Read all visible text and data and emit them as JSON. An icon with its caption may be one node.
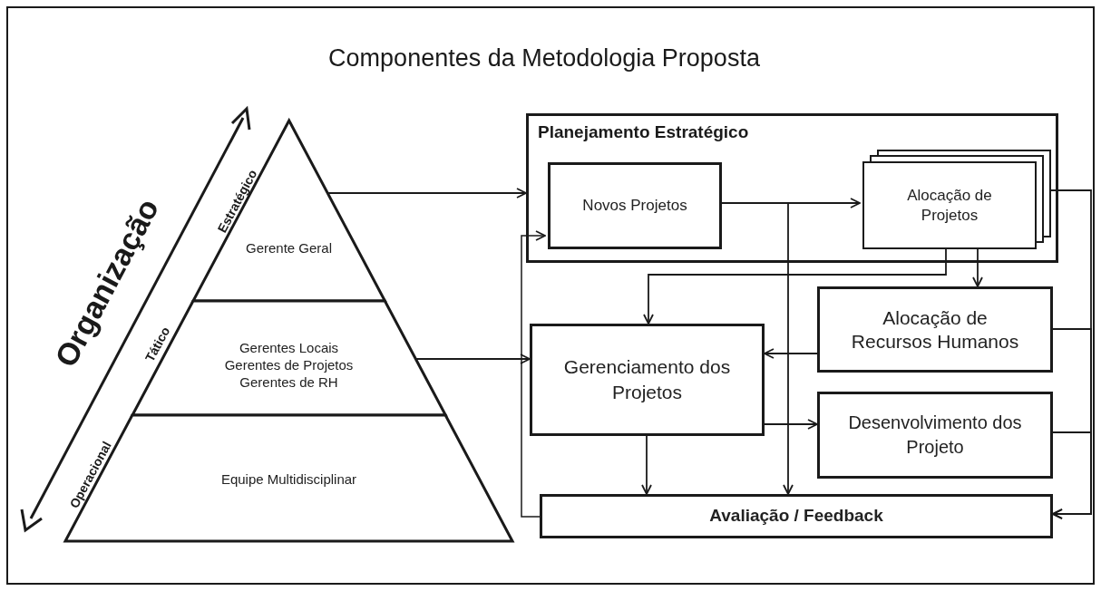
{
  "diagram": {
    "title": "Componentes da Metodologia Proposta",
    "nodes": [
      {
        "text": [
          "Gerente Geral"
        ],
        "beside": [
          "Estratégico"
        ]
      },
      {
        "text": [
          "Gerentes Locais Gerentes de Projetos Gerentes de RH"
        ],
        "beside": [
          "Tático"
        ]
      },
      {
        "text": [
          "Equipe Multidisciplinar"
        ],
        "beside": [
          "Operacional"
        ]
      },
      {
        "text": [
          "Planejamento Estratégico"
        ]
      },
      {
        "text": [
          "Novos Projetos"
        ],
        "in": 3
      },
      {
        "text": [
          "Alocação de Projetos"
        ],
        "in": 3
      },
      {
        "text": [
          "Alocação de Recursos Humanos"
        ]
      },
      {
        "text": [
          "Gerenciamento dos Projetos"
        ]
      },
      {
        "text": [
          "Desenvolvimento dos Projeto"
        ]
      },
      {
        "text": [
          "Avaliação / Feedback"
        ]
      }
    ],
    "edges": [
      {
        "from": 0,
        "to": 3,
        "arrow": "to"
      },
      {
        "from": 1,
        "to": 7,
        "arrow": "to"
      },
      {
        "from": 4,
        "to": 5,
        "arrow": "to"
      },
      {
        "from": 4,
        "to": 9,
        "arrow": "to"
      },
      {
        "from": 5,
        "to": 7,
        "arrow": "to"
      },
      {
        "from": 5,
        "to": 6,
        "arrow": "to"
      },
      {
        "from": 6,
        "to": 7,
        "arrow": "to"
      },
      {
        "from": 7,
        "to": 8,
        "arrow": "to"
      },
      {
        "from": 7,
        "to": 9,
        "arrow": "to"
      },
      {
        "from": 5,
        "to": 9,
        "arrow": "to"
      },
      {
        "from": 6,
        "to": 9,
        "arrow": "to"
      },
      {
        "from": 8,
        "to": 9,
        "arrow": "to"
      },
      {
        "from": 9,
        "to": 4,
        "arrow": "to"
      }
    ],
    "labels": [
      "Organização"
    ]
  }
}
